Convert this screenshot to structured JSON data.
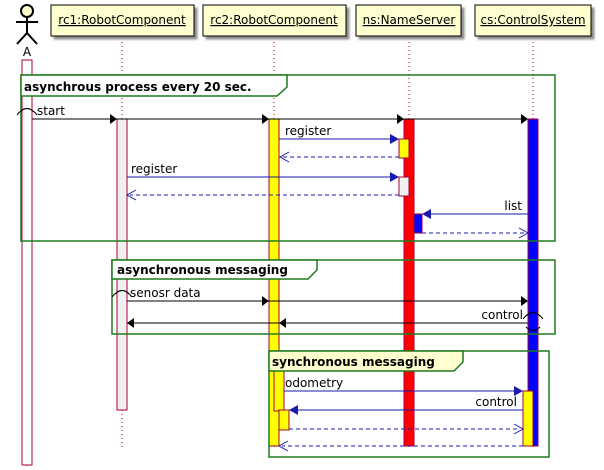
{
  "actor": {
    "name": "A"
  },
  "participants": [
    {
      "id": "rc1",
      "label": "rc1:RobotComponent"
    },
    {
      "id": "rc2",
      "label": "rc2:RobotComponent"
    },
    {
      "id": "ns",
      "label": "ns:NameServer"
    },
    {
      "id": "cs",
      "label": "cs:ControlSystem"
    }
  ],
  "groups": [
    {
      "id": "g1",
      "title": "asynchrous process every 20 sec."
    },
    {
      "id": "g2",
      "title": "asynchronous messaging"
    },
    {
      "id": "g3",
      "title": "synchronous messaging"
    }
  ],
  "messages": [
    {
      "id": "m1",
      "label": "start"
    },
    {
      "id": "m2",
      "label": "register"
    },
    {
      "id": "m3",
      "label": "register"
    },
    {
      "id": "m4",
      "label": "list"
    },
    {
      "id": "m5",
      "label": "senosr data"
    },
    {
      "id": "m6",
      "label": "control"
    },
    {
      "id": "m7",
      "label": "odometry"
    },
    {
      "id": "m8",
      "label": "control"
    }
  ],
  "colors": {
    "participant_fill": "#FEFECE",
    "participant_border": "#A80036",
    "group_border": "#1F7A1F",
    "arrow": "#1A1AB0",
    "activation_yellow": "#FFFF00",
    "activation_red": "#FF0000",
    "activation_blue": "#0000FF",
    "activation_grey": "#F0F0F0"
  }
}
